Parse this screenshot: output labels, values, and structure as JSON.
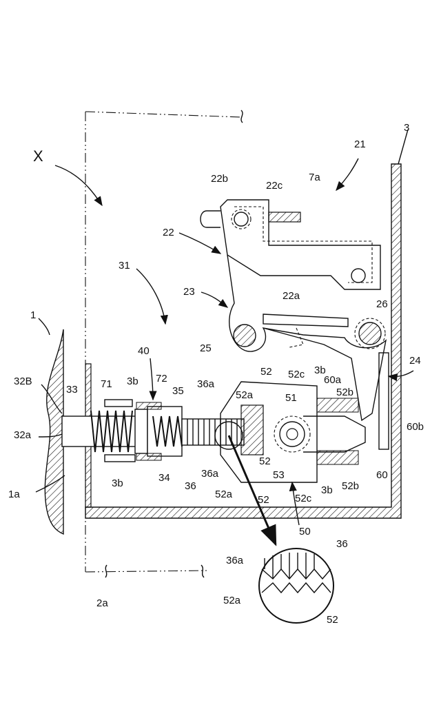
{
  "labels": {
    "x": "X",
    "n1": "1",
    "n1a": "1a",
    "n2a": "2a",
    "n3": "3",
    "n3b_1": "3b",
    "n3b_2": "3b",
    "n3b_3": "3b",
    "n3b_4": "3b",
    "n7a": "7a",
    "n21": "21",
    "n22": "22",
    "n22a": "22a",
    "n22b": "22b",
    "n22c": "22c",
    "n23": "23",
    "n24": "24",
    "n25": "25",
    "n26": "26",
    "n31": "31",
    "n32a": "32a",
    "n32B": "32B",
    "n33": "33",
    "n34": "34",
    "n35": "35",
    "n36_1": "36",
    "n36_2": "36",
    "n36a_1": "36a",
    "n36a_2": "36a",
    "n36a_3": "36a",
    "n40": "40",
    "n50": "50",
    "n51": "51",
    "n52_1": "52",
    "n52_2": "52",
    "n52_3": "52",
    "n52_4": "52",
    "n52a_1": "52a",
    "n52a_2": "52a",
    "n52a_3": "52a",
    "n52b_1": "52b",
    "n52b_2": "52b",
    "n52c_1": "52c",
    "n52c_2": "52c",
    "n53": "53",
    "n60": "60",
    "n60a": "60a",
    "n60b": "60b",
    "n71": "71",
    "n72": "72"
  },
  "colors": {
    "ink": "#111111",
    "paper": "#ffffff"
  }
}
